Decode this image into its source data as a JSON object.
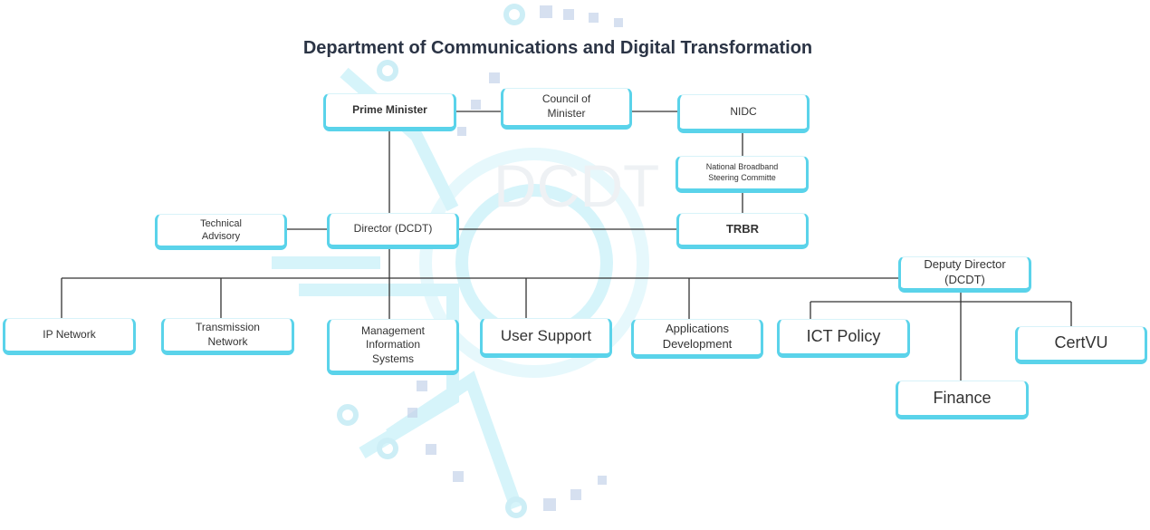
{
  "title": "Department of Communications and Digital Transformation",
  "nodes": {
    "prime_minister": "Prime Minister",
    "council": "Council of Minister",
    "nidc": "NIDC",
    "nbsc": "National Broadband Steering Committe",
    "technical_advisory": "Technical Advisory",
    "director": "Director (DCDT)",
    "trbr": "TRBR",
    "deputy_director": "Deputy Director (DCDT)",
    "ip_network": "IP Network",
    "transmission": "Transmission Network",
    "mis": "Management Information Systems",
    "user_support": "User Support",
    "apps": "Applications Development",
    "ict_policy": "ICT Policy",
    "certvu": "CertVU",
    "finance": "Finance"
  },
  "watermark": "DCDT",
  "colors": {
    "box_border": "#5ad3ea",
    "line": "#333333",
    "title": "#2b3445"
  }
}
